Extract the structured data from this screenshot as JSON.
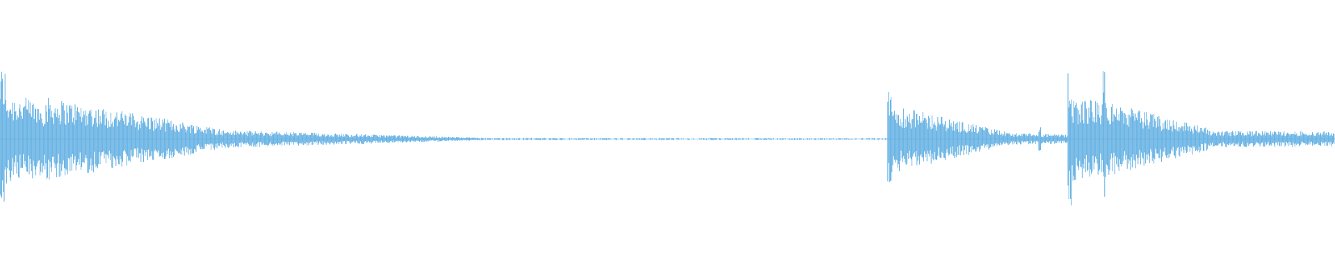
{
  "waveform": {
    "color": "#5dade2",
    "background": "#ffffff",
    "duration_fraction_visible": 1.0,
    "segments": [
      {
        "start": 0.0,
        "end": 0.004,
        "amp": 0.95,
        "decay": 0.0,
        "density": 1.0
      },
      {
        "start": 0.004,
        "end": 0.034,
        "amp": 0.62,
        "decay": 0.25,
        "density": 1.0
      },
      {
        "start": 0.034,
        "end": 0.165,
        "amp": 0.55,
        "decay": 0.75,
        "density": 1.0
      },
      {
        "start": 0.165,
        "end": 0.36,
        "amp": 0.12,
        "decay": 0.85,
        "density": 1.0
      },
      {
        "start": 0.36,
        "end": 0.665,
        "amp": 0.015,
        "decay": 0.3,
        "density": 0.6
      },
      {
        "start": 0.665,
        "end": 0.668,
        "amp": 0.72,
        "decay": 0.0,
        "density": 1.0
      },
      {
        "start": 0.668,
        "end": 0.76,
        "amp": 0.45,
        "decay": 0.85,
        "density": 1.0
      },
      {
        "start": 0.76,
        "end": 0.778,
        "amp": 0.08,
        "decay": 0.2,
        "density": 1.0
      },
      {
        "start": 0.778,
        "end": 0.78,
        "amp": 0.16,
        "decay": 0.0,
        "density": 1.0
      },
      {
        "start": 0.78,
        "end": 0.8,
        "amp": 0.07,
        "decay": 0.2,
        "density": 1.0
      },
      {
        "start": 0.8,
        "end": 0.803,
        "amp": 0.95,
        "decay": 0.0,
        "density": 1.0
      },
      {
        "start": 0.803,
        "end": 0.826,
        "amp": 0.55,
        "decay": 0.1,
        "density": 1.0
      },
      {
        "start": 0.826,
        "end": 0.828,
        "amp": 1.0,
        "decay": 0.0,
        "density": 1.0
      },
      {
        "start": 0.828,
        "end": 0.905,
        "amp": 0.5,
        "decay": 0.7,
        "density": 1.0
      },
      {
        "start": 0.905,
        "end": 1.0,
        "amp": 0.11,
        "decay": 0.1,
        "density": 1.0
      }
    ]
  }
}
